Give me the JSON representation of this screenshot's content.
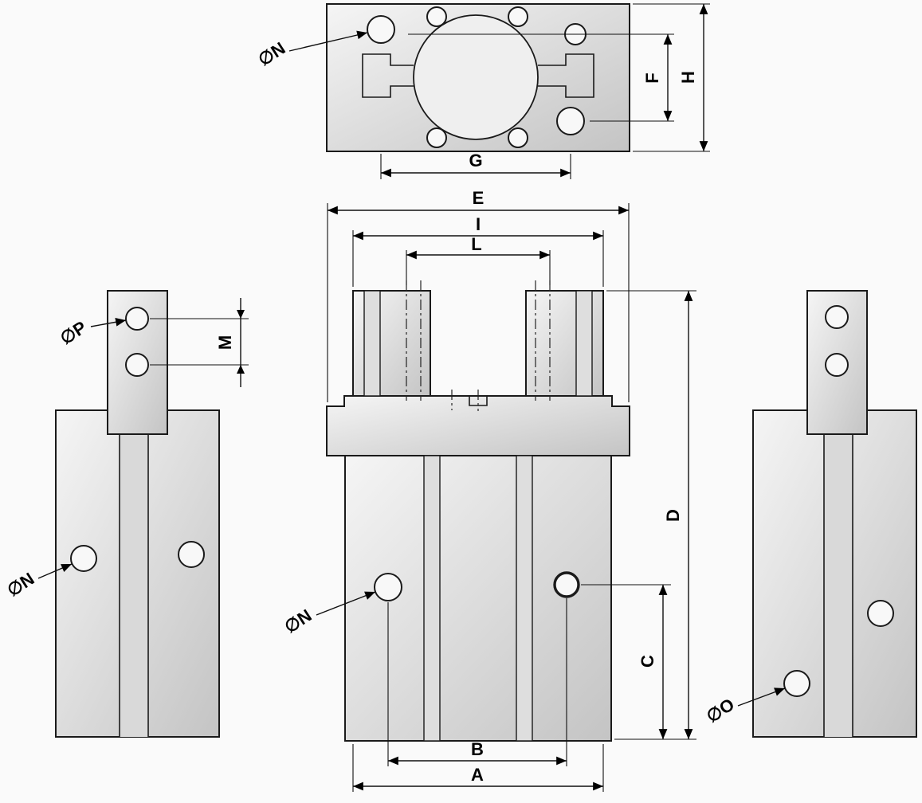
{
  "colors": {
    "background": "#fafafa",
    "line": "#1a1a1a",
    "metal_light": "#f5f5f5",
    "metal_dark": "#c4c4c4",
    "slot_fill": "#dedede",
    "hole_fill": "#f8f8f8"
  },
  "dimensions": {
    "n_top": "∅N",
    "f": "F",
    "h": "H",
    "g": "G",
    "e": "E",
    "i": "I",
    "l": "L",
    "p": "∅P",
    "m": "M",
    "n_left": "∅N",
    "n_front": "∅N",
    "d": "D",
    "c": "C",
    "b": "B",
    "a": "A",
    "o": "∅O"
  }
}
